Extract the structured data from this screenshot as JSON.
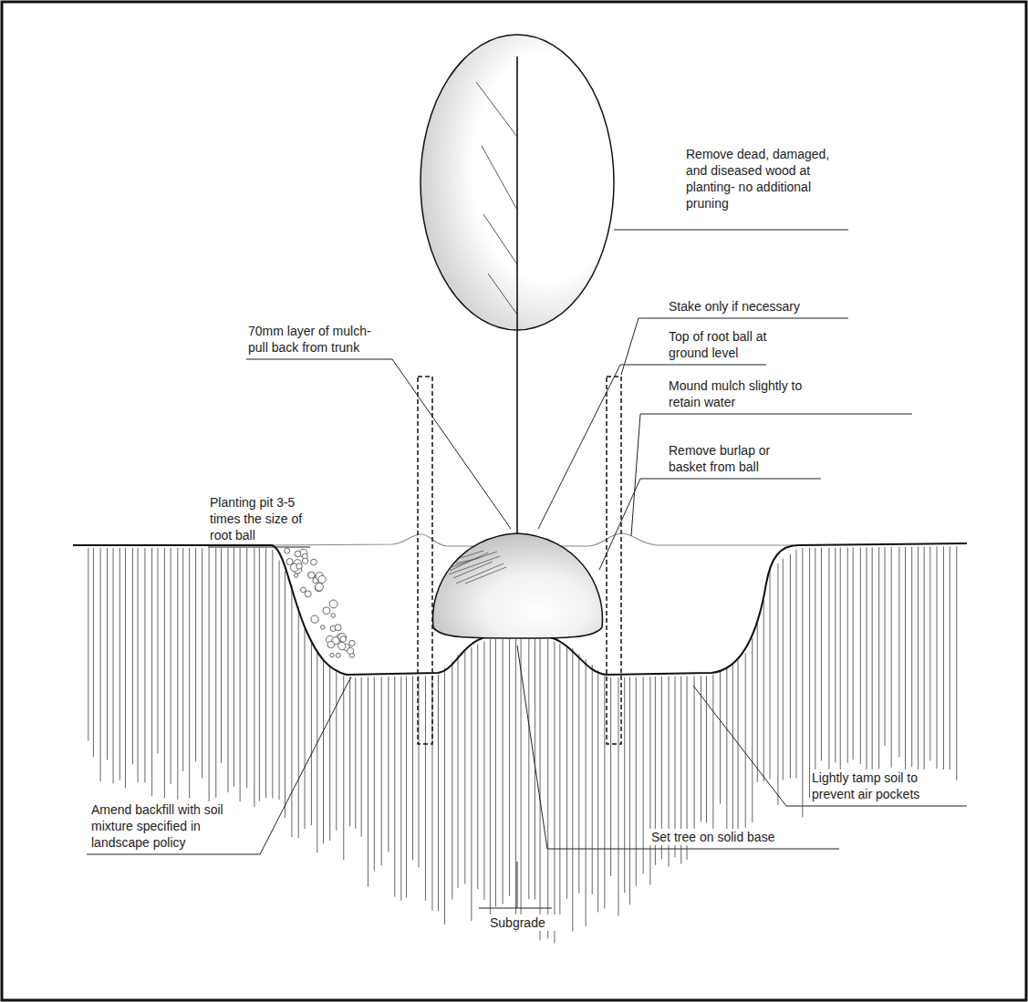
{
  "diagram": {
    "labels": [
      "Remove dead, damaged, and diseased wood at planting- no additional pruning",
      "Stake only if necessary",
      "70mm layer of mulch- pull back from trunk",
      "Top of root ball at ground level",
      "Mound mulch slightly to retain water",
      "Planting pit 3-5 times the size of root ball",
      "Remove burlap or basket from ball",
      "Lightly tamp soil to prevent air pockets",
      "Amend backfill with soil mixture specified in landscape policy",
      "Set tree on solid base",
      "Subgrade"
    ]
  }
}
